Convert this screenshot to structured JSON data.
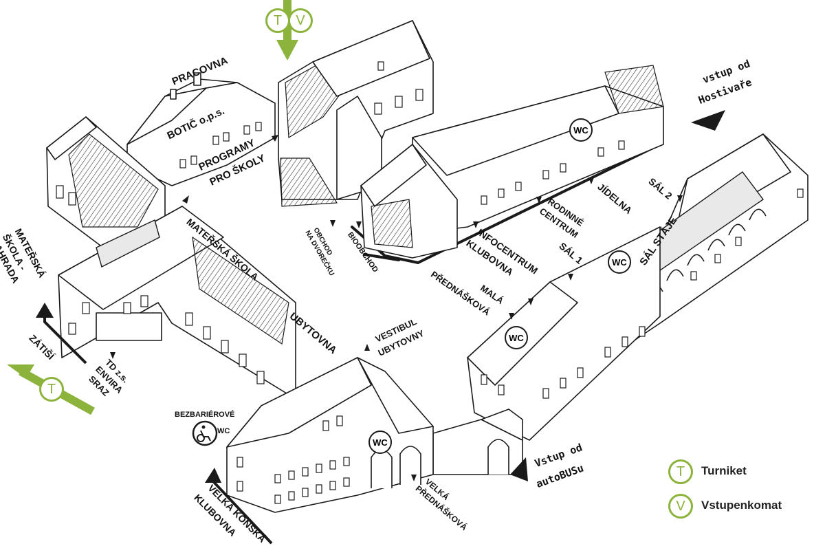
{
  "labels": {
    "pracovna": "PRACOVNA",
    "botic": "BOTIČ o.p.s.",
    "programy_1": "PROGRAMY",
    "programy_2": "PRO ŠKOLY",
    "materska_skola": "MATEŘSKÁ ŠKOLA",
    "ms_zahrada_1": "MATEŘSKÁ",
    "ms_zahrada_2": "ŠKOLA -",
    "ms_zahrada_3": "ZAHRADA",
    "obchod_1": "OBCHOD",
    "obchod_2": "NA DVOREČKU",
    "bioobchod": "BIOOBCHOD",
    "infocentrum": "INFOCENTRUM",
    "klubovna": "KLUBOVNA",
    "rodinne_1": "RODINNÉ",
    "rodinne_2": "CENTRUM",
    "jidelna": "JÍDELNA",
    "sal2": "SÁL 2",
    "sal1": "SÁL 1",
    "sal_staje": "SÁL STÁJE",
    "mala_1": "MALÁ",
    "mala_2": "PŘEDNÁŠKOVÁ",
    "ubytovna": "UBYTOVNA",
    "vestibul_1": "VESTIBUL",
    "vestibul_2": "UBYTOVNY",
    "zatisi": "ZÁTIŠÍ",
    "td_1": "TD z.s.",
    "td_2": "ENVIRA",
    "td_3": "SRAZ",
    "bezbarierove": "BEZBARIÉROVÉ",
    "wc_bezbarier": "WC",
    "velka_konska_1": "VELKÁ KOŇSKÁ",
    "velka_konska_2": "KLUBOVNA",
    "velka_prednaskova_1": "VELKÁ",
    "velka_prednaskova_2": "PŘEDNÁŠKOVÁ",
    "vstup_hostivare_1": "vstup od",
    "vstup_hostivare_2": "Hostivaře",
    "vstup_autobus_1": "Vstup od",
    "vstup_autobus_2": "autoBUSu"
  },
  "wc_label": "WC",
  "entrance_top": {
    "t": "T",
    "v": "V"
  },
  "entrance_left": {
    "t": "T"
  },
  "legend": {
    "turniket": {
      "symbol": "T",
      "text": "Turniket"
    },
    "vstupenkomat": {
      "symbol": "V",
      "text": "Vstupenkomat"
    }
  },
  "colors": {
    "accent_green": "#8cb33c",
    "ink": "#1a1a1a"
  }
}
